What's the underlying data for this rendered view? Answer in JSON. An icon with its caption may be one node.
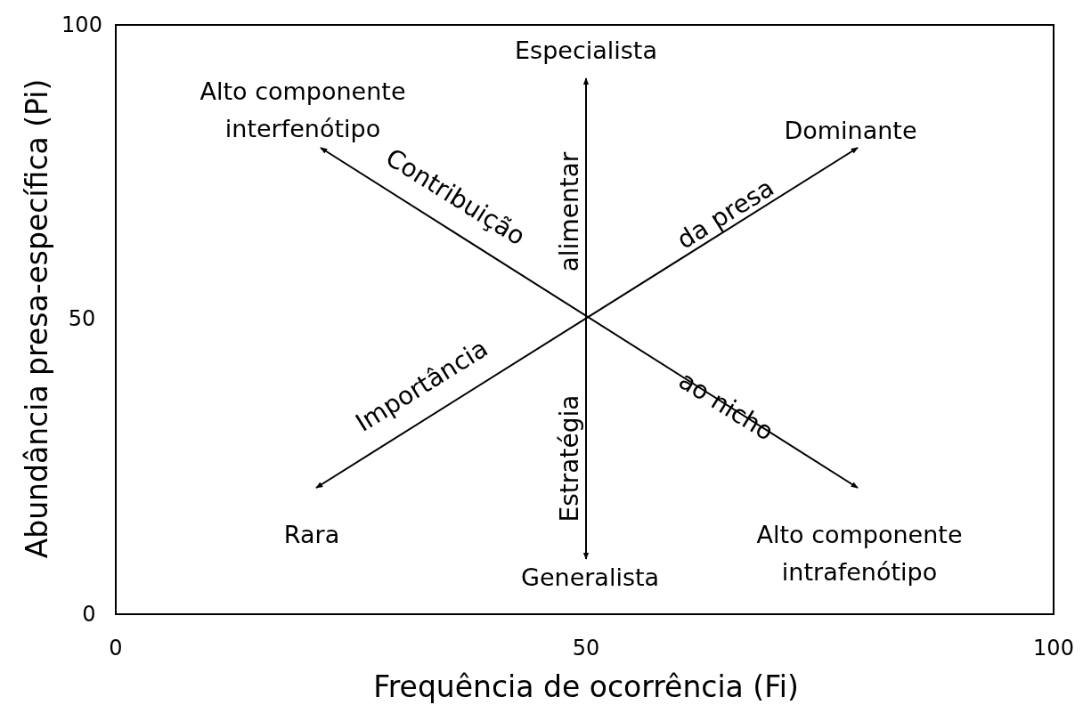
{
  "diagram": {
    "nodes": [
      {
        "text": [
          "Especialista"
        ]
      },
      {
        "text": [
          "Alto componente interfenótipo"
        ]
      },
      {
        "text": [
          "Dominante"
        ]
      },
      {
        "text": [
          "Rara"
        ]
      },
      {
        "text": [
          "Alto componente intrafenótipo"
        ]
      },
      {
        "text": [
          "Generalista"
        ]
      }
    ],
    "edges": [
      {
        "from": 0,
        "to": 5,
        "arrow": "both"
      },
      {
        "from": 1,
        "to": 4,
        "arrow": "both"
      },
      {
        "from": 3,
        "to": 2,
        "arrow": "both"
      }
    ],
    "labels": [
      "100",
      "Abundância presa-específica (Pi)",
      "Contribuição",
      "alimentar",
      "da presa",
      "50",
      "Importância",
      "ao nicho",
      "Estratégia",
      "0",
      "0",
      "50",
      "100",
      "Frequência de ocorrência (Fi)"
    ]
  }
}
